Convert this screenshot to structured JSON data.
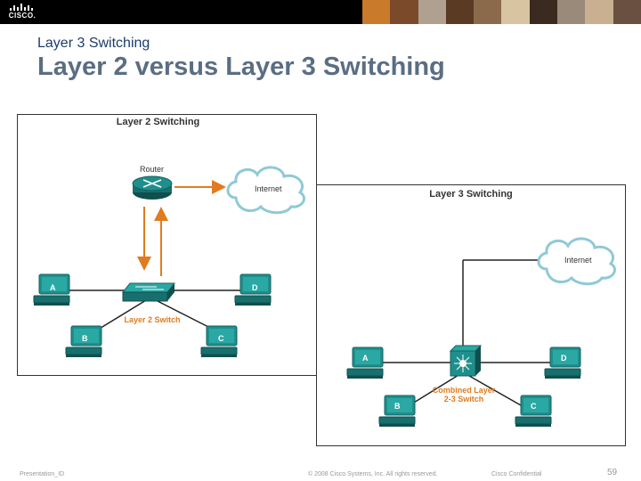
{
  "header": {
    "logo_text": "CISCO.",
    "subtitle": "Layer 3 Switching",
    "title": "Layer 2 versus Layer 3 Switching"
  },
  "diagram_l2": {
    "title": "Layer 2 Switching",
    "router_label": "Router",
    "internet_label": "Internet",
    "switch_label": "Layer 2 Switch",
    "pcs": [
      "A",
      "D",
      "B",
      "C"
    ]
  },
  "diagram_l3": {
    "title": "Layer 3 Switching",
    "internet_label": "Internet",
    "switch_label_line1": "Combined Layer",
    "switch_label_line2": "2-3 Switch",
    "pcs": [
      "A",
      "D",
      "B",
      "C"
    ]
  },
  "footer": {
    "left": "Presentation_ID",
    "center": "© 2008 Cisco Systems, Inc. All rights reserved.",
    "right": "Cisco Confidential",
    "page": "59"
  },
  "colors": {
    "device_teal": "#1f8f8c",
    "arrow_orange": "#e07b20",
    "title_blue": "#1c3d6b"
  }
}
